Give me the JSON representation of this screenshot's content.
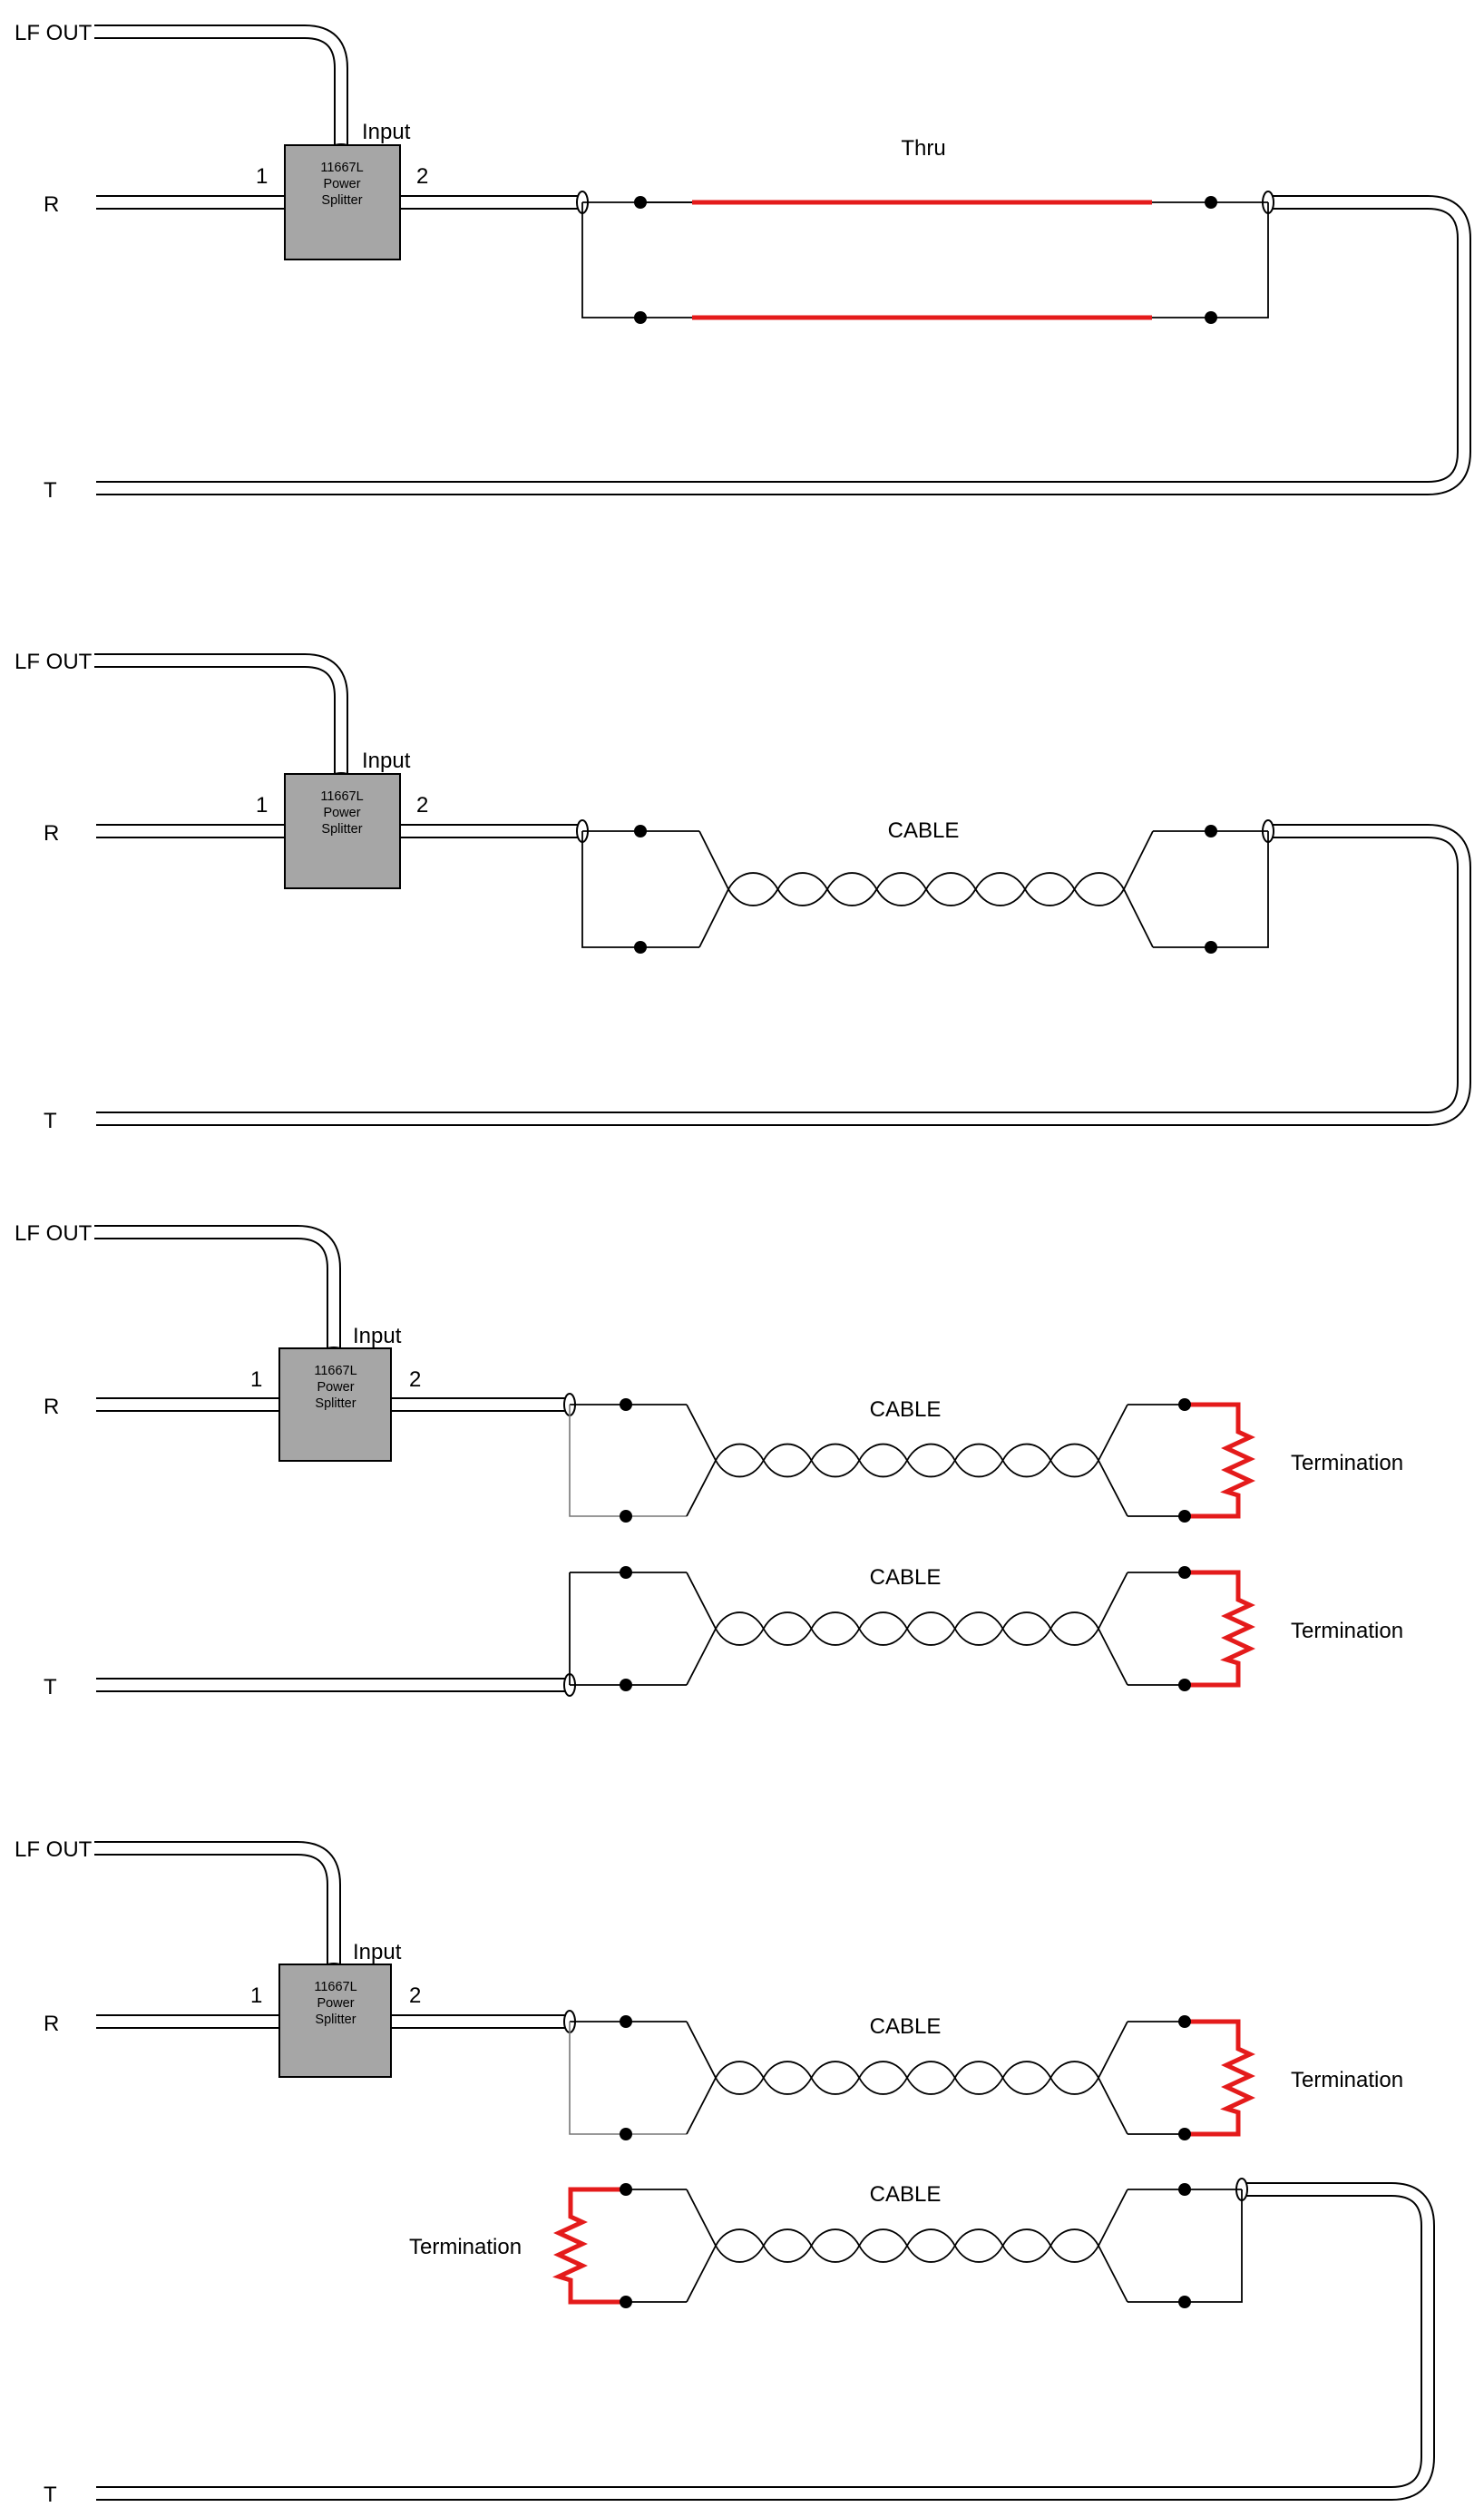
{
  "labels": {
    "lf_out": "LF OUT",
    "r": "R",
    "t": "T",
    "input": "Input",
    "port1": "1",
    "port2": "2",
    "splitter_line1": "11667L",
    "splitter_line2": "Power",
    "splitter_line3": "Splitter",
    "thru": "Thru",
    "cable": "CABLE",
    "termination": "Termination"
  },
  "colors": {
    "red_path": "#e41b1b",
    "splitter_fill": "#a6a6a6"
  }
}
